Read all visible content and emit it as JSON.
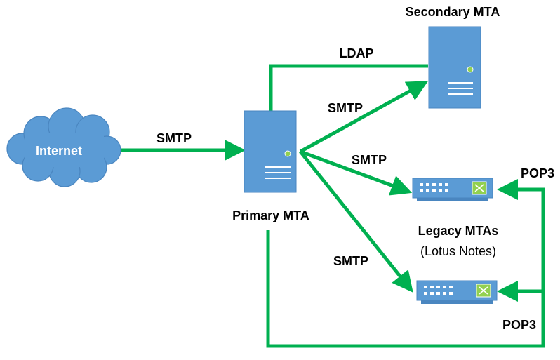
{
  "nodes": {
    "internet": {
      "label": "Internet"
    },
    "primary": {
      "label": "Primary MTA"
    },
    "secondary": {
      "label": "Secondary MTA"
    },
    "legacy": {
      "label": "Legacy MTAs",
      "sublabel": "(Lotus Notes)"
    }
  },
  "edges": {
    "internet_primary": "SMTP",
    "primary_secondary_ldap": "LDAP",
    "primary_secondary_smtp": "SMTP",
    "primary_legacy1": "SMTP",
    "primary_legacy2": "SMTP",
    "pop3_legacy1": "POP3",
    "pop3_legacy2": "POP3"
  },
  "colors": {
    "connector": "#00b050",
    "server": "#5b9bd5",
    "server_border": "#4a86c0",
    "cloud": "#5b9bd5",
    "led": "#92d050"
  }
}
